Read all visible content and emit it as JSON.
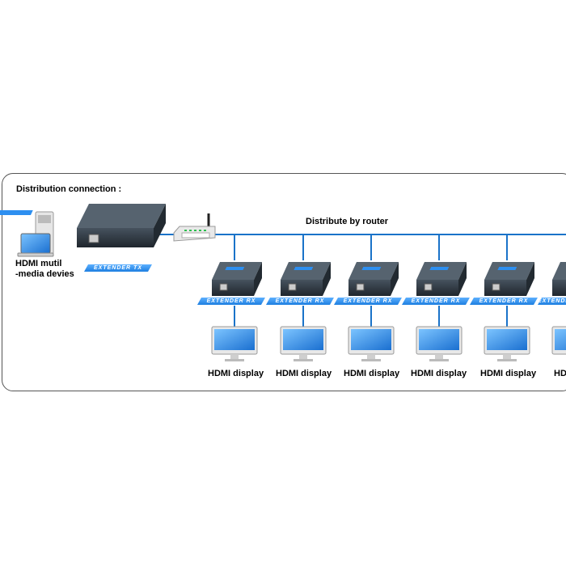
{
  "title": "Distribution connection :",
  "router_label": "Distribute by router",
  "source_label_line1": "HDMI mutil",
  "source_label_line2": "-media devies",
  "tx_tag": "EXTENDER TX",
  "rx_tag": "EXTENDER RX",
  "display_labels": [
    "HDMI display",
    "HDMI display",
    "HDMI display",
    "HDMI display",
    "HDMI display",
    "HD"
  ],
  "colors": {
    "cable": "#1a73c9",
    "device_body": "#2f3a45",
    "tag_blue": "#2d8ff0",
    "monitor_screen": "#3aa0f0"
  }
}
